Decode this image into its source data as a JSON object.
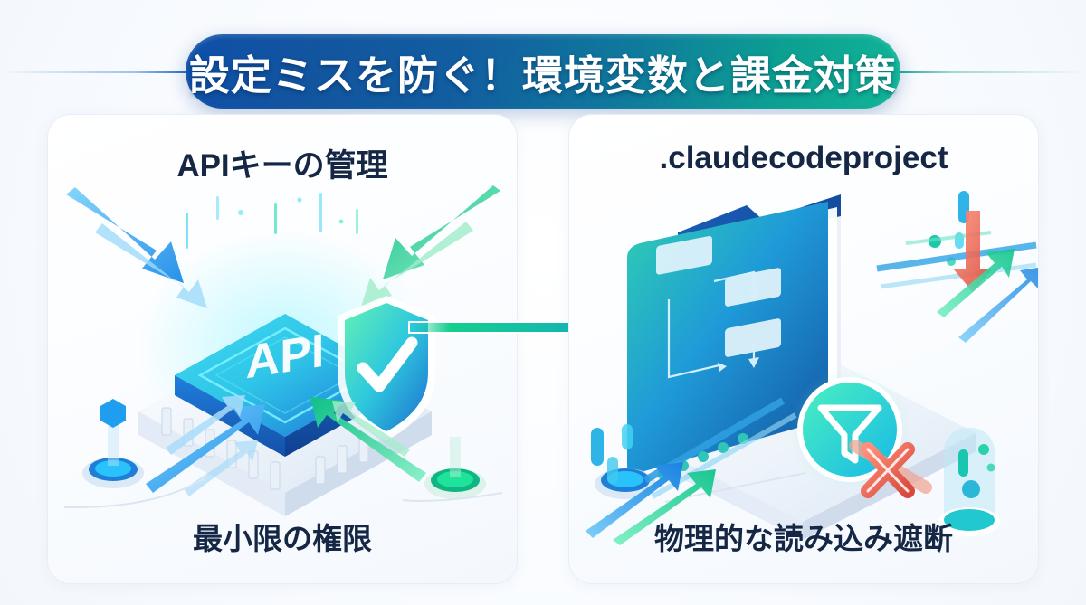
{
  "banner": {
    "title": "設定ミスを防ぐ！環境変数と課金対策",
    "gradient_start": "#0f4fa8",
    "gradient_end": "#10b496"
  },
  "panels": [
    {
      "id": "api-key-management",
      "heading": "APIキーの管理",
      "footer": "最小限の権限",
      "illustration": {
        "name": "isometric-chip-with-shield",
        "chip_label": "API",
        "badge": "shield-check-icon",
        "nodes": [
          {
            "name": "node-top-left",
            "color": "#1aa3f5"
          },
          {
            "name": "node-top-right",
            "color": "#14cf8e"
          },
          {
            "name": "node-bottom-left",
            "color": "#1aa3f5"
          },
          {
            "name": "node-bottom-right",
            "color": "#14cf8e"
          }
        ]
      }
    },
    {
      "id": "claudecodeproject",
      "heading": ".claudecodeproject",
      "footer": "物理的な読み込み遮断",
      "illustration": {
        "name": "isometric-folder-with-filter",
        "badge": "funnel-filter-icon",
        "blocked_marker": "red-x-icon",
        "nodes": [
          {
            "name": "node-bottom-left",
            "color": "#1aa3f5"
          },
          {
            "name": "tube-right",
            "color": "#2bc6d8"
          }
        ]
      }
    }
  ],
  "center_arrow": {
    "name": "flow-arrow-right",
    "direction": "right",
    "gradient_start": "#14cf8e",
    "gradient_end": "#1f8fe0"
  },
  "theme": {
    "background": "#fdfeff",
    "text_dark": "#152744",
    "accent_blue": "#1f63c4",
    "accent_teal": "#10b496",
    "panel_border": "#e7eef7"
  }
}
